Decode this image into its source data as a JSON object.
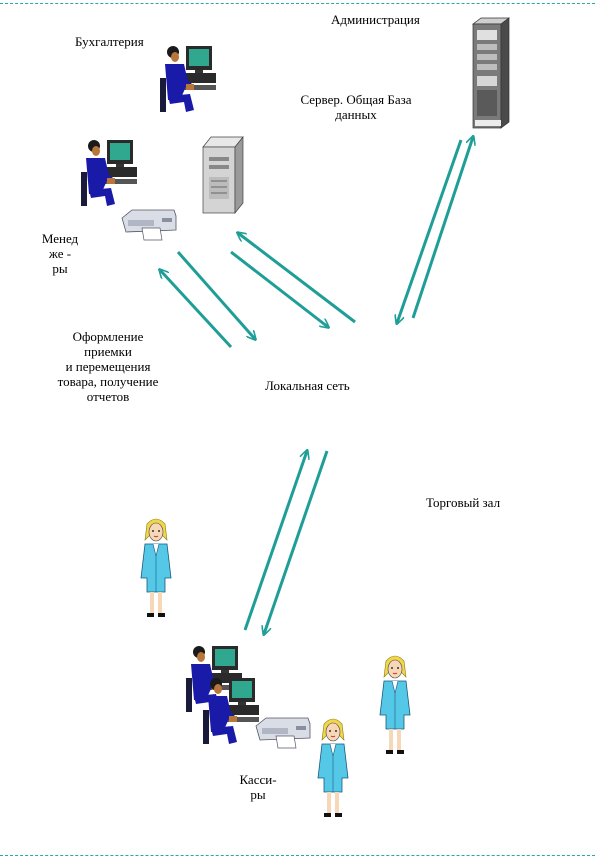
{
  "labels": {
    "administration": "Администрация",
    "accounting": "Бухгалтерия",
    "server_line1": "Сервер. Общая База",
    "server_line2": "данных",
    "managers_line1": "Менед",
    "managers_line2": "же -",
    "managers_line3": "ры",
    "ops_line1": "Оформление",
    "ops_line2": "приемки",
    "ops_line3": "и перемещения",
    "ops_line4": "товара, получение",
    "ops_line5": "отчетов",
    "local_network": "Локальная сеть",
    "sales_floor": "Торговый зал",
    "cashiers_line1": "Касси-",
    "cashiers_line2": "ры"
  },
  "colors": {
    "arrow": "#1f9e98",
    "dashed_border": "#2aa7a7",
    "suit": "#55c8e8",
    "navy": "#1a1aa8",
    "hair": "#f2d64a"
  },
  "icons": [
    "server-rack-icon",
    "desktop-tower-icon",
    "printer-icon",
    "worker-at-computer-icon",
    "woman-clerk-icon"
  ]
}
